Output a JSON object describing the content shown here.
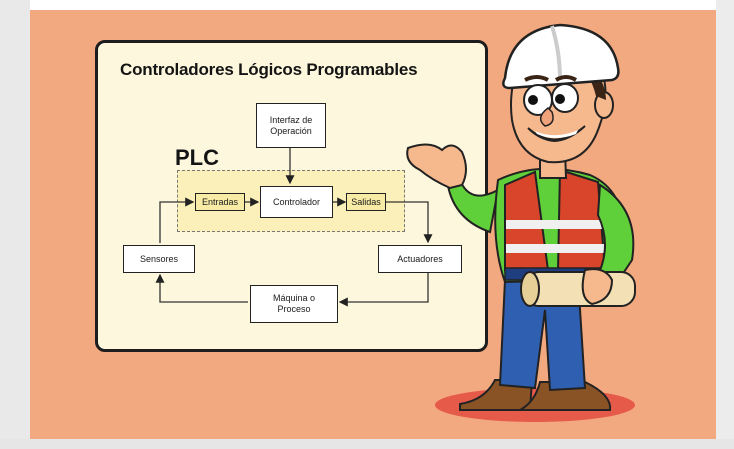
{
  "diagram": {
    "title": "Controladores Lógicos Programables",
    "plc_label": "PLC",
    "nodes": {
      "interfaz": "Interfaz de\nOperación",
      "entradas": "Entradas",
      "controlador": "Controlador",
      "salidas": "Salidas",
      "sensores": "Sensores",
      "actuadores": "Actuadores",
      "maquina": "Máquina o\nProceso"
    },
    "edges": [
      {
        "from": "interfaz",
        "to": "controlador"
      },
      {
        "from": "entradas",
        "to": "controlador"
      },
      {
        "from": "controlador",
        "to": "salidas"
      },
      {
        "from": "salidas",
        "to": "actuadores"
      },
      {
        "from": "actuadores",
        "to": "maquina"
      },
      {
        "from": "maquina",
        "to": "sensores"
      },
      {
        "from": "sensores",
        "to": "entradas"
      }
    ]
  },
  "colors": {
    "background_panel": "#f3a97f",
    "board": "#fdf8dd",
    "plc_area": "#fbf0b9",
    "helmet": "#ffffff",
    "shirt": "#5fd03a",
    "vest": "#d9452b",
    "pants": "#2f5fb0",
    "boots": "#8a5326"
  }
}
